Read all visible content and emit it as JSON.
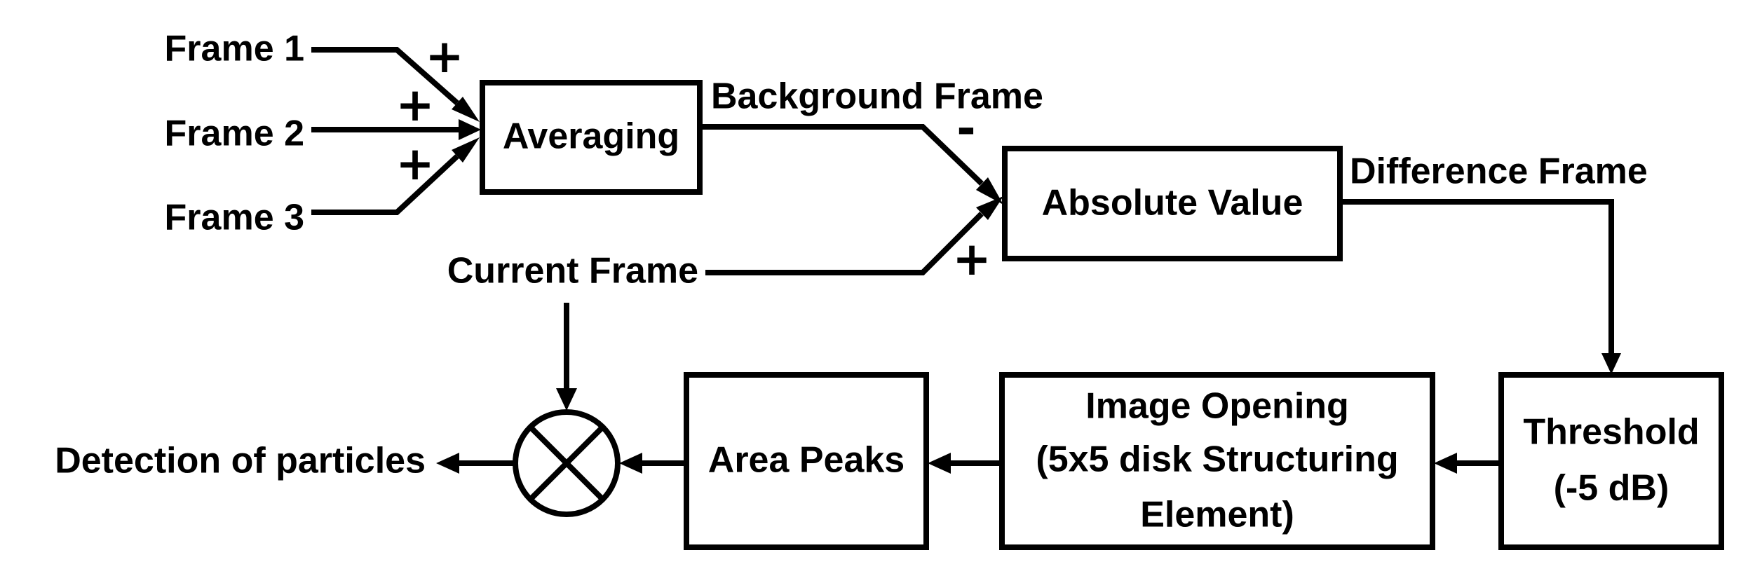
{
  "inputs": {
    "frame1": "Frame 1",
    "frame2": "Frame 2",
    "frame3": "Frame 3",
    "current_frame": "Current Frame"
  },
  "blocks": {
    "averaging": "Averaging",
    "absolute_value": "Absolute Value",
    "threshold_line1": "Threshold",
    "threshold_line2": "(-5 dB)",
    "opening_line1": "Image Opening",
    "opening_line2": "(5x5 disk Structuring",
    "opening_line3": "Element)",
    "area_peaks": "Area Peaks"
  },
  "signals": {
    "background_frame": "Background Frame",
    "difference_frame": "Difference Frame",
    "output": "Detection of particles"
  },
  "signs": {
    "frame1": "+",
    "frame2": "+",
    "frame3": "+",
    "background": "-",
    "current": "+"
  }
}
